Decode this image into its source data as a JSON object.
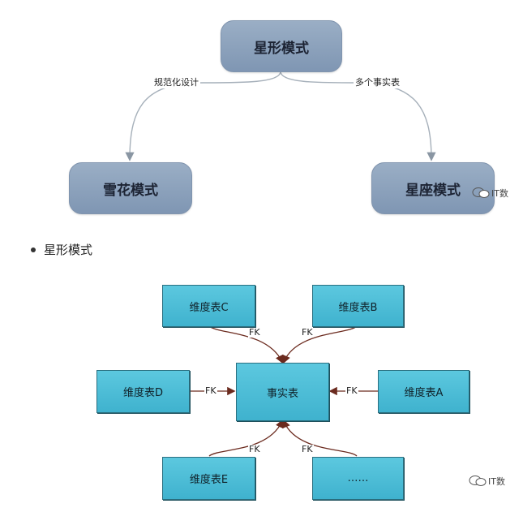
{
  "top_diagram": {
    "root": "星形模式",
    "left_child": "雪花模式",
    "right_child": "星座模式",
    "left_edge_label": "规范化设计",
    "right_edge_label": "多个事实表",
    "node_color": "#8fa4bf"
  },
  "bullet": {
    "text": "星形模式"
  },
  "star_schema": {
    "fact_table": "事实表",
    "dim_c": "维度表C",
    "dim_b": "维度表B",
    "dim_d": "维度表D",
    "dim_a": "维度表A",
    "dim_e": "维度表E",
    "dim_more": "……",
    "fk": "FK",
    "table_color": "#4bbcd6"
  },
  "watermark": {
    "text": "IT数"
  }
}
